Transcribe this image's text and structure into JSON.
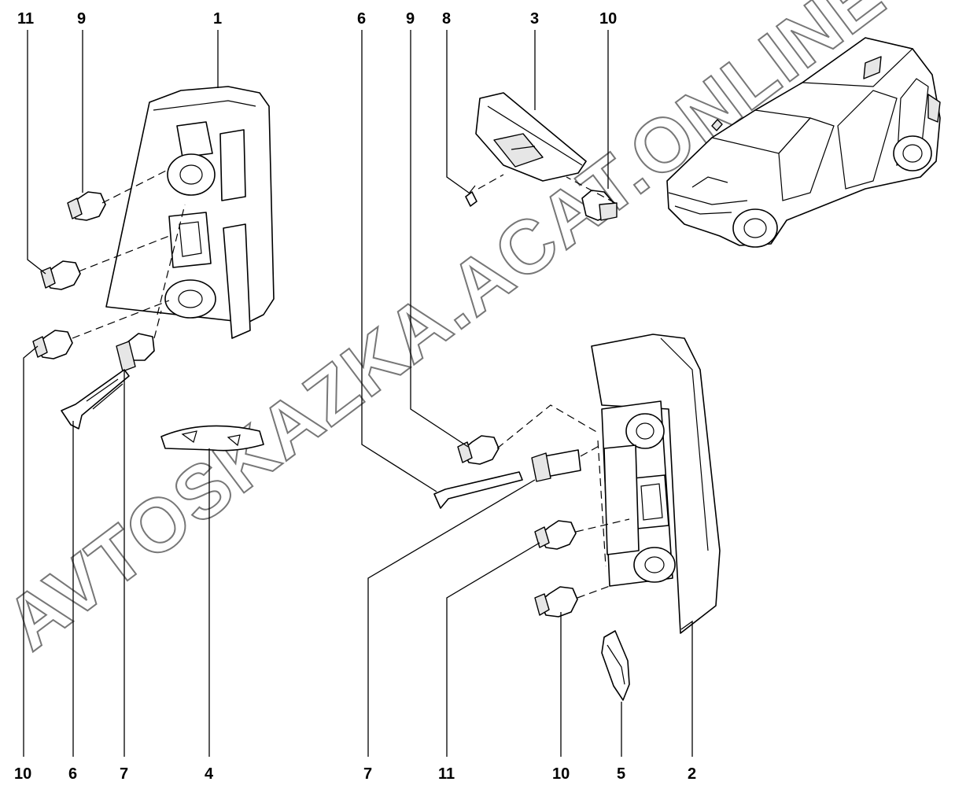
{
  "diagram": {
    "watermark": "AVTOSKAZKA.ACAT.ONLINE",
    "callouts": [
      {
        "key": "c11_top_left",
        "label": "11"
      },
      {
        "key": "c9_top_left",
        "label": "9"
      },
      {
        "key": "c1",
        "label": "1"
      },
      {
        "key": "c6_top",
        "label": "6"
      },
      {
        "key": "c9_top_mid",
        "label": "9"
      },
      {
        "key": "c8",
        "label": "8"
      },
      {
        "key": "c3",
        "label": "3"
      },
      {
        "key": "c10_top",
        "label": "10"
      },
      {
        "key": "c10_bottom_left",
        "label": "10"
      },
      {
        "key": "c6_bottom",
        "label": "6"
      },
      {
        "key": "c7_left",
        "label": "7"
      },
      {
        "key": "c4",
        "label": "4"
      },
      {
        "key": "c7_mid",
        "label": "7"
      },
      {
        "key": "c11_bottom",
        "label": "11"
      },
      {
        "key": "c10_bottom_right",
        "label": "10"
      },
      {
        "key": "c5",
        "label": "5"
      },
      {
        "key": "c2",
        "label": "2"
      }
    ]
  }
}
